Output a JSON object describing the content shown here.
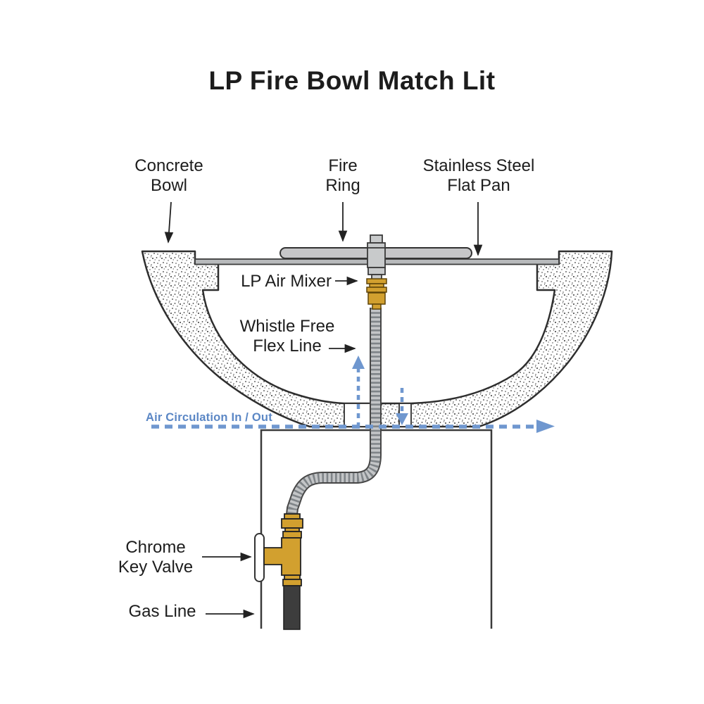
{
  "title": "LP Fire Bowl Match Lit",
  "labels": {
    "concrete_bowl": "Concrete\nBowl",
    "fire_ring": "Fire\nRing",
    "flat_pan": "Stainless Steel\nFlat Pan",
    "air_mixer": "LP Air Mixer",
    "flex_line": "Whistle Free\nFlex Line",
    "air_circulation": "Air Circulation In / Out",
    "key_valve": "Chrome\nKey Valve",
    "gas_line": "Gas Line"
  },
  "colors": {
    "brass": "#d2a02f",
    "brass_outline": "#5e4408",
    "steel_gray": "#c6c6c8",
    "flex_gray": "#c3c5c7",
    "flex_rib": "#7f8488",
    "gas_dark": "#3d3d3d",
    "air_blue": "#6f97cf",
    "air_label_blue": "#5b87c5",
    "line_black": "#2e2e2e"
  }
}
